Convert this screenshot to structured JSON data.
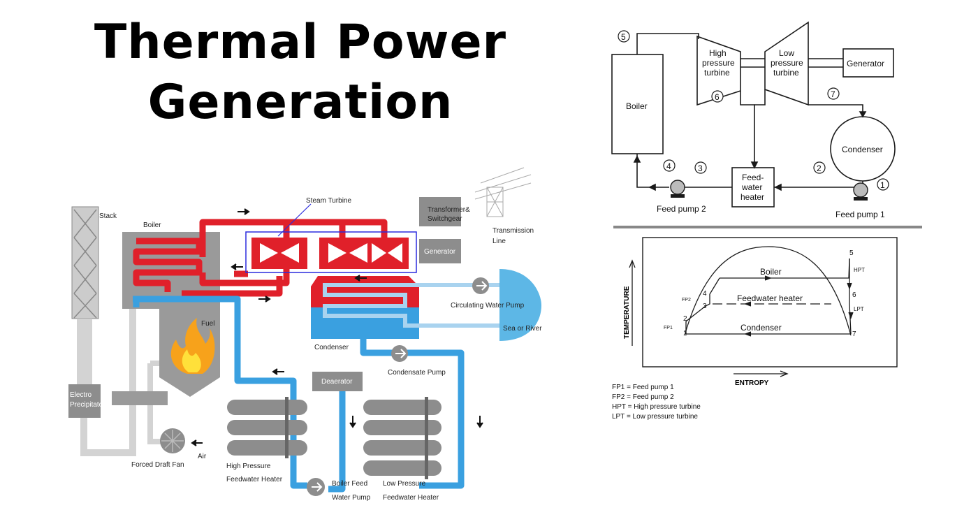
{
  "title_line1": "Thermal Power",
  "title_line2": "Generation",
  "plant": {
    "stack": "Stack",
    "boiler": "Boiler",
    "steam_turbine": "Steam Turbine",
    "transformer_1": "Transformer&",
    "transformer_2": "Switchgear",
    "transmission_1": "Transmission",
    "transmission_2": "Line",
    "generator": "Generator",
    "fuel": "Fuel",
    "circulating_pump": "Circulating Water Pump",
    "sea_river": "Sea or River",
    "condenser": "Condenser",
    "condensate_pump": "Condensate Pump",
    "deaerator": "Deaerator",
    "electro_1": "Electro",
    "electro_2": "Precipitator",
    "air": "Air",
    "fd_fan": "Forced Draft Fan",
    "hp_heater_1": "High Pressure",
    "hp_heater_2": "Feedwater Heater",
    "bfp_1": "Boiler Feed",
    "bfp_2": "Water Pump",
    "lp_heater_1": "Low Pressure",
    "lp_heater_2": "Feedwater Heater"
  },
  "cycle": {
    "boiler": "Boiler",
    "hpt_1": "High",
    "hpt_2": "pressure",
    "hpt_3": "turbine",
    "lpt_1": "Low",
    "lpt_2": "pressure",
    "lpt_3": "turbine",
    "generator": "Generator",
    "condenser": "Condenser",
    "fwh_1": "Feed-",
    "fwh_2": "water",
    "fwh_3": "heater",
    "fp2": "Feed pump 2",
    "fp1": "Feed pump 1",
    "n1": "1",
    "n2": "2",
    "n3": "3",
    "n4": "4",
    "n5": "5",
    "n6": "6",
    "n7": "7"
  },
  "ts": {
    "y_axis": "TEMPERATURE",
    "x_axis": "ENTROPY",
    "boiler": "Boiler",
    "fwh": "Feedwater heater",
    "condenser": "Condenser",
    "p1": "1",
    "p2": "2",
    "p3": "3",
    "p4": "4",
    "p5": "5",
    "p6": "6",
    "p7": "7",
    "hpt": "HPT",
    "lpt": "LPT",
    "fp1": "FP1",
    "fp2": "FP2"
  },
  "legend": {
    "l1": "FP1  =  Feed pump 1",
    "l2": "FP2  =  Feed pump 2",
    "l3": "HPT  =  High pressure turbine",
    "l4": "LPT  =  Low pressure turbine"
  },
  "colors": {
    "steam": "#e0202a",
    "water": "#3aa0e0",
    "equipment": "#8a8a8a",
    "frame": "#1a1a1a"
  }
}
